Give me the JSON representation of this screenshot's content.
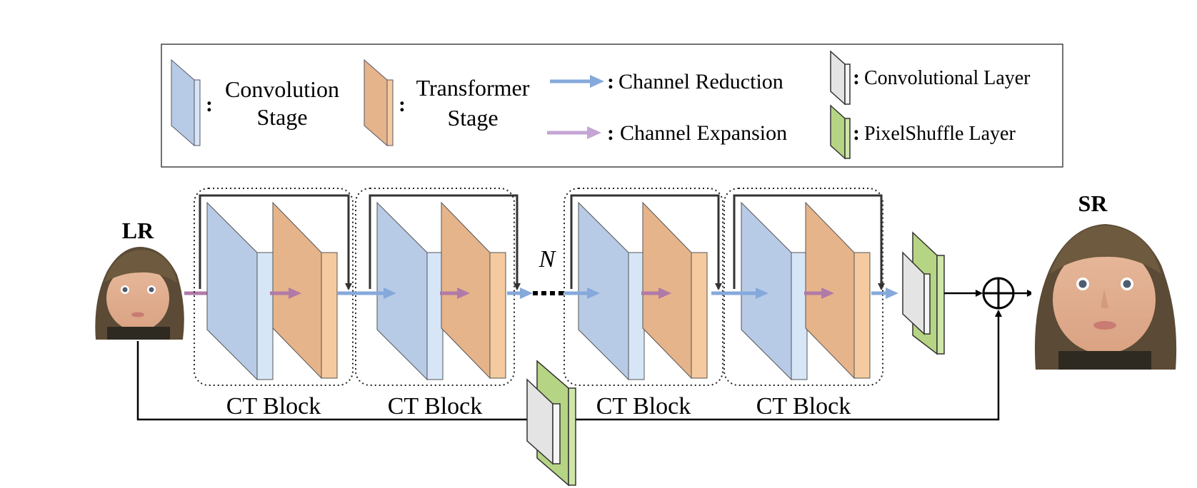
{
  "legend": {
    "conv_line1": "Convolution",
    "conv_line2": "Stage",
    "trans_line1": "Transformer",
    "trans_line2": "Stage",
    "reduction": "Channel Reduction",
    "expansion": "Channel Expansion",
    "conv_layer": "Convolutional Layer",
    "pixelshuffle": "PixelShuffle Layer",
    "colon": ":"
  },
  "labels": {
    "lr": "LR",
    "sr": "SR",
    "n": "N",
    "ct_block": "CT Block"
  },
  "images": {
    "lr": "face-photo-low-resolution",
    "sr": "face-photo-super-resolution"
  },
  "colors": {
    "conv_front": "#b8cbe6",
    "conv_side": "#d6e6f7",
    "trans_front": "#e6b48a",
    "trans_side": "#f5caa0",
    "arrow_reduction": "#86a9dc",
    "arrow_expansion": "#b07aa8",
    "arrow_expansion_legend": "#c4a6d4",
    "conv_layer": "#e4e4e4",
    "pixelshuffle": "#b6d584",
    "line": "#000000"
  }
}
